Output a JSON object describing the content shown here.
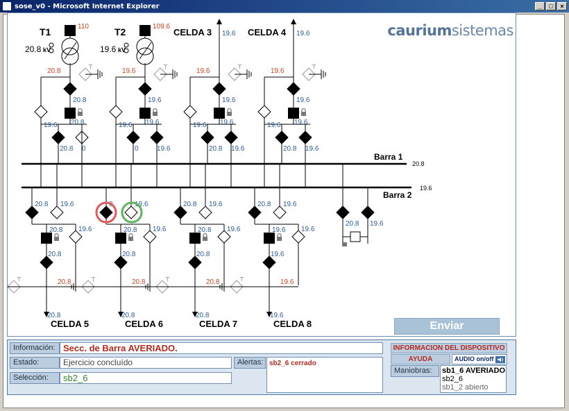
{
  "window": {
    "title": "sose_v0 - Microsoft Internet Explorer",
    "buttons": [
      "_",
      "□",
      "×"
    ]
  },
  "logo": {
    "brand": "caurium",
    "brand2": "sistemas"
  },
  "diagram": {
    "transformers": [
      {
        "name": "T1",
        "kv": "20.8",
        "unit": "kV",
        "top_value": "110"
      },
      {
        "name": "T2",
        "kv": "19.6",
        "unit": "kV",
        "top_value": "109.6"
      }
    ],
    "cells_top": [
      {
        "name": "CELDA 3",
        "value": "19.6"
      },
      {
        "name": "CELDA 4",
        "value": "19.6"
      }
    ],
    "cells_bottom": [
      {
        "name": "CELDA 5",
        "value": "20.8"
      },
      {
        "name": "CELDA 6",
        "value": "20.8"
      },
      {
        "name": "CELDA 7",
        "value": "20.8"
      },
      {
        "name": "CELDA 8",
        "value": "19.6"
      }
    ],
    "bars": [
      {
        "name": "Barra 1",
        "value": "20.8"
      },
      {
        "name": "Barra 2",
        "value": "19.6"
      }
    ],
    "top_feeder_values": [
      {
        "orange": "20.8",
        "a": "20.8",
        "b": "19.6",
        "c": "20.8",
        "d": "20.8",
        "e": "0"
      },
      {
        "orange": "19.6",
        "a": "19.6",
        "b": "19.6",
        "c": "19.6",
        "d": "0",
        "e": "19.6"
      },
      {
        "orange": "19.6",
        "a": "19.6",
        "b": "19.6",
        "c": "19.6",
        "d": "20.8",
        "e": "19.6"
      },
      {
        "orange": "19.6",
        "a": "19.6",
        "b": "19.6",
        "c": "19.6",
        "d": "20.8",
        "e": "19.6"
      }
    ],
    "bottom_feeder_values": [
      {
        "a": "20.8",
        "b": "19.6",
        "c": "20.8",
        "d": "19.6",
        "e": "20.8",
        "orange": "20.8"
      },
      {
        "a": "0",
        "b": "19.6",
        "c": "20.8",
        "d": "19.6",
        "e": "20.8",
        "orange": "20.8"
      },
      {
        "a": "20.8",
        "b": "19.6",
        "c": "20.8",
        "d": "19.6",
        "e": "20.8",
        "orange": "20.8"
      },
      {
        "a": "20.8",
        "b": "19.6",
        "c": "19.6",
        "d": "19.6",
        "e": "19.6",
        "orange": "19.6"
      }
    ],
    "coupler_values": {
      "left": "20.8",
      "right": "19.6"
    },
    "colors": {
      "line": "#000000",
      "value_blue": "#2a5b9a",
      "value_orange": "#d0441c",
      "fault_ring": "#e05a5a",
      "ok_ring": "#5cb35c"
    }
  },
  "send_button": "Enviar",
  "panel": {
    "informacion_label": "Información:",
    "informacion_value": "Secc. de Barra AVERIADO.",
    "estado_label": "Estado:",
    "estado_value": "Ejercicio concluído",
    "seleccion_label": "Selección:",
    "seleccion_value": "sb2_6",
    "alertas_label": "Alertas:",
    "alertas_value": "sb2_6 cerrado",
    "info_dispositivo": "INFORMACION DEL DISPOSITIVO",
    "ayuda": "AYUDA",
    "audio": "AUDIO on/off",
    "maniobras_label": "Maniobras:",
    "maniobras": [
      "sb1_6 AVERIADO",
      "sb2_6",
      "sb1_2 abierto"
    ]
  }
}
